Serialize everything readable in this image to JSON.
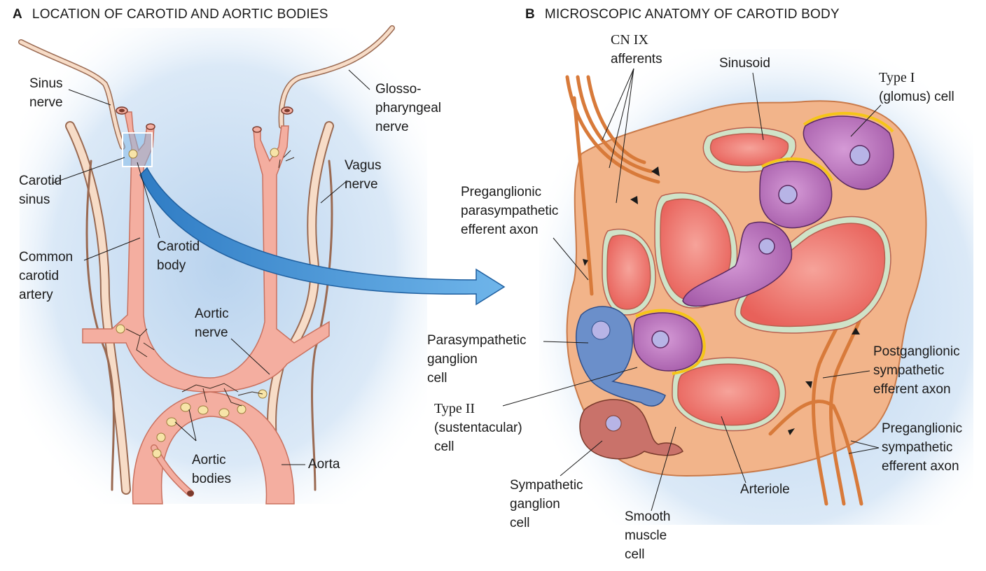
{
  "panel_a": {
    "letter": "A",
    "title": "LOCATION OF CAROTID AND AORTIC BODIES",
    "labels": {
      "sinus_nerve": [
        "Sinus",
        "nerve"
      ],
      "glossopharyngeal_nerve": [
        "Glosso-",
        "pharyngeal",
        "nerve"
      ],
      "carotid_sinus": [
        "Carotid",
        "sinus"
      ],
      "vagus_nerve": [
        "Vagus",
        "nerve"
      ],
      "carotid_body": [
        "Carotid",
        "body"
      ],
      "common_carotid_artery": [
        "Common",
        "carotid",
        "artery"
      ],
      "aortic_nerve": [
        "Aortic",
        "nerve"
      ],
      "aortic_bodies": [
        "Aortic",
        "bodies"
      ],
      "aorta": [
        "Aorta"
      ]
    }
  },
  "panel_b": {
    "letter": "B",
    "title": "MICROSCOPIC ANATOMY OF CAROTID BODY",
    "labels": {
      "cn_ix_afferents": [
        "CN IX",
        "afferents"
      ],
      "sinusoid": [
        "Sinusoid"
      ],
      "type_i_cell": [
        "Type I",
        "(glomus) cell"
      ],
      "preganglionic_parasympathetic": [
        "Preganglionic",
        "parasympathetic",
        "efferent axon"
      ],
      "parasympathetic_ganglion_cell": [
        "Parasympathetic",
        "ganglion",
        "cell"
      ],
      "type_ii_cell": [
        "Type II",
        "(sustentacular)",
        "cell"
      ],
      "postganglionic_sympathetic": [
        "Postganglionic",
        "sympathetic",
        "efferent axon"
      ],
      "preganglionic_sympathetic": [
        "Preganglionic",
        "sympathetic",
        "efferent axon"
      ],
      "sympathetic_ganglion_cell": [
        "Sympathetic",
        "ganglion",
        "cell"
      ],
      "smooth_muscle_cell": [
        "Smooth",
        "muscle",
        "cell"
      ],
      "arteriole": [
        "Arteriole"
      ]
    }
  },
  "colors": {
    "background_glow": "#cfe2f4",
    "artery": "#f4aea0",
    "artery_edge": "#c9715f",
    "nerve": "#f7dcc7",
    "nerve_edge": "#9a6a52",
    "sinusoid": "#ef7a70",
    "glomus_cell": "#b36fb6",
    "parasymp_cell": "#6b8fca",
    "symp_cell": "#c9726a",
    "sustentacular": "#f5c518",
    "arrow": "#4a9ad8"
  }
}
